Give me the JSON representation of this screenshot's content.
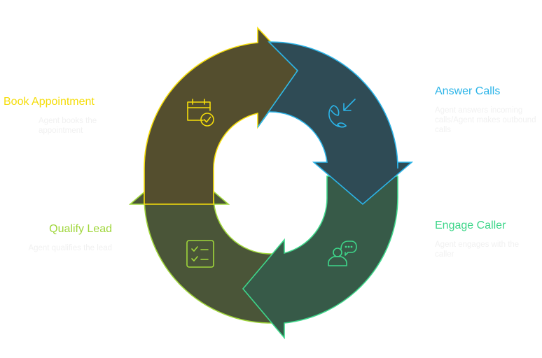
{
  "diagram": {
    "type": "cycle",
    "steps": [
      {
        "id": "book",
        "title": "Book Appointment",
        "description": "Agent books the appointment",
        "icon": "calendar-check-icon",
        "stroke": "#f5dd0a",
        "fill": "#544e2e",
        "title_color": "#f5dd0a"
      },
      {
        "id": "answer",
        "title": "Answer Calls",
        "description": "Agent answers incoming calls/Agent makes outbound calls",
        "icon": "incoming-call-icon",
        "stroke": "#2bb4e8",
        "fill": "#2f4b55",
        "title_color": "#2bb4e8"
      },
      {
        "id": "engage",
        "title": "Engage Caller",
        "description": "Agent engages with the caller",
        "icon": "person-chat-icon",
        "stroke": "#3ed68a",
        "fill": "#375a48",
        "title_color": "#3ed68a"
      },
      {
        "id": "qualify",
        "title": "Qualify Lead",
        "description": "Agent qualifies the lead",
        "icon": "checklist-icon",
        "stroke": "#9fd63a",
        "fill": "#4a5538",
        "title_color": "#9fd63a"
      }
    ]
  }
}
